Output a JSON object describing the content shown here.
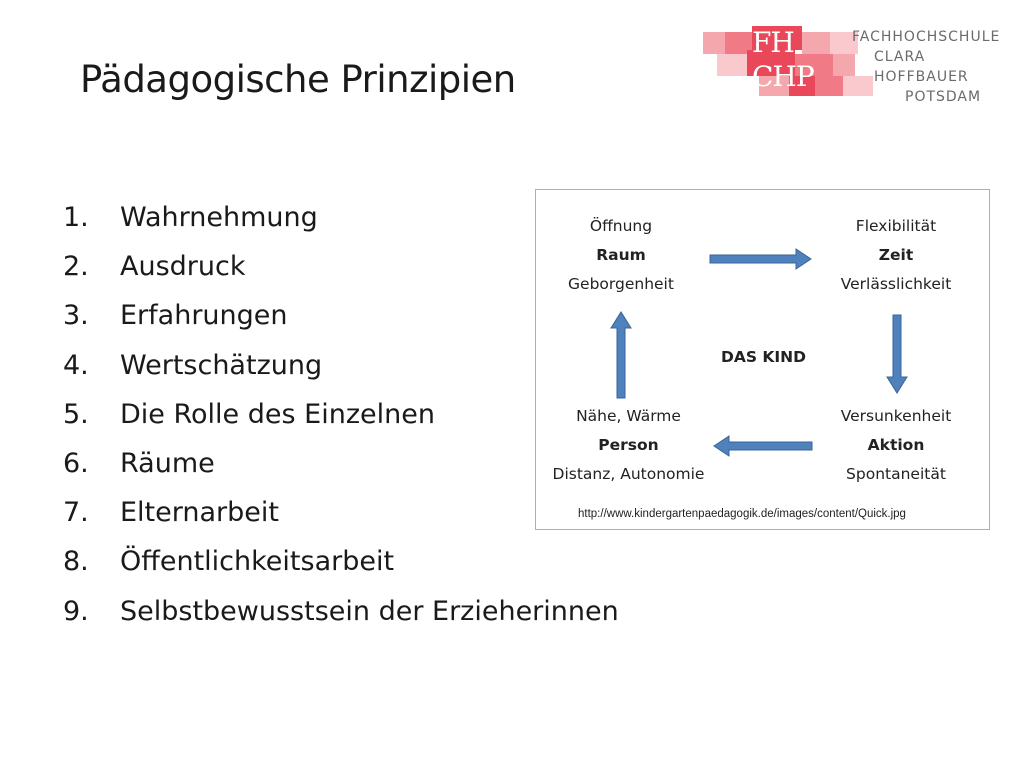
{
  "slide": {
    "title": "Pädagogische Prinzipien",
    "list_items": [
      {
        "num": "1.",
        "text": "Wahrnehmung"
      },
      {
        "num": "2.",
        "text": "Ausdruck"
      },
      {
        "num": "3.",
        "text": "Erfahrungen"
      },
      {
        "num": "4.",
        "text": "Wertschätzung"
      },
      {
        "num": "5.",
        "text": "Die Rolle des Einzelnen"
      },
      {
        "num": "6.",
        "text": "Räume"
      },
      {
        "num": "7.",
        "text": "Elternarbeit"
      },
      {
        "num": "8.",
        "text": "Öffentlichkeitsarbeit"
      },
      {
        "num": "9.",
        "text": "Selbstbewusstsein der Erzieherinnen"
      }
    ]
  },
  "logo": {
    "letters_top": "FH",
    "letters_bottom": "CHP",
    "line1": "FACHHOCHSCHULE",
    "line2": "CLARA HOFFBAUER",
    "line3": "POTSDAM",
    "colors": [
      "#e9485a",
      "#f07a86",
      "#f5a7ae",
      "#f9c9cd"
    ]
  },
  "diagram": {
    "top_left": {
      "l1": "Öffnung",
      "l2": "Raum",
      "l3": "Geborgenheit"
    },
    "top_right": {
      "l1": "Flexibilität",
      "l2": "Zeit",
      "l3": "Verlässlichkeit"
    },
    "center": "DAS KIND",
    "bottom_left": {
      "l1": "Nähe, Wärme",
      "l2": "Person",
      "l3": "Distanz, Autonomie"
    },
    "bottom_right": {
      "l1": "Versunkenheit",
      "l2": "Aktion",
      "l3": "Spontaneität"
    },
    "source_url": "http://www.kindergartenpaedagogik.de/images/content/Quick.jpg",
    "arrow_color": "#4f81bd",
    "border_color": "#e39a92"
  }
}
